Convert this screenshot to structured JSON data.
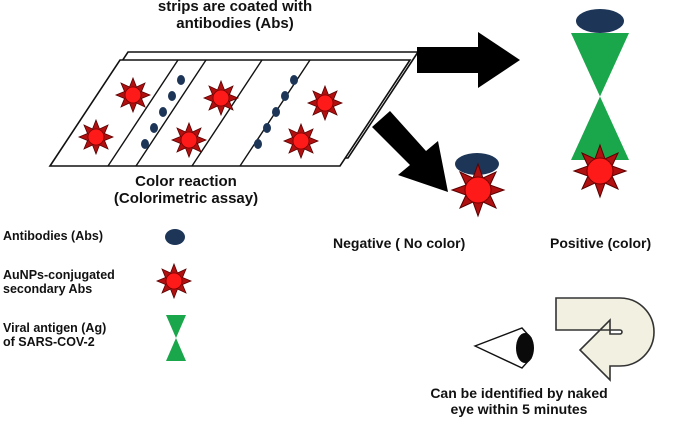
{
  "texts": {
    "strips_line1": "strips are coated with",
    "strips_line2": "antibodies (Abs)",
    "color_reaction_line1": "Color reaction",
    "color_reaction_line2": "(Colorimetric assay)",
    "negative": "Negative ( No color)",
    "positive": "Positive (color)",
    "legend_antibodies": "Antibodies (Abs)",
    "legend_aunp_line1": "AuNPs-conjugated",
    "legend_aunp_line2": "secondary Abs",
    "legend_antigen_line1": "Viral antigen (Ag)",
    "legend_antigen_line2": "of SARS-COV-2",
    "identified_line1": "Can be identified by naked",
    "identified_line2": "eye within 5 minutes"
  },
  "colors": {
    "antibody": "#1d3557",
    "aunp_core": "#ff1a1a",
    "aunp_spikes": "#b01010",
    "antigen": "#1aa64a",
    "arrow": "#000000",
    "u_arrow_fill": "#f2f0e0"
  },
  "icons": {
    "antibody": "antibody-ellipse-icon",
    "aunp": "gold-nanoparticle-star-icon",
    "antigen": "viral-antigen-hourglass-icon",
    "eye": "eye-icon",
    "return_arrow": "u-turn-arrow-icon"
  }
}
